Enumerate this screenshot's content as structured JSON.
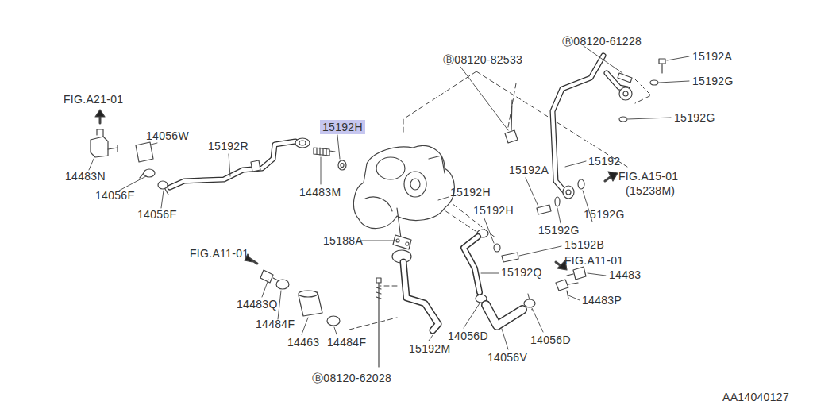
{
  "diagram": {
    "nodes": [
      {
        "text": [
          "15192H"
        ]
      }
    ],
    "labels": [
      "FIG.A21-01",
      "14056W",
      "15192R",
      "14483N",
      "14056E",
      "14056E",
      "14483M",
      "Ⓑ08120-82533",
      "Ⓑ08120-61228",
      "15192A",
      "15192G",
      "15192G",
      "15192",
      "FIG.A15-01",
      "(15238M)",
      "15192A",
      "15192H",
      "15192H",
      "15192G",
      "15192G",
      "15188A",
      "15192B",
      "FIG.A11-01",
      "FIG.A11-01",
      "15192Q",
      "14483",
      "14483Q",
      "14484F",
      "14483P",
      "14463",
      "14484F",
      "14056D",
      "14056D",
      "15192M",
      "14056V",
      "Ⓑ08120-62028",
      "AA14040127"
    ]
  }
}
